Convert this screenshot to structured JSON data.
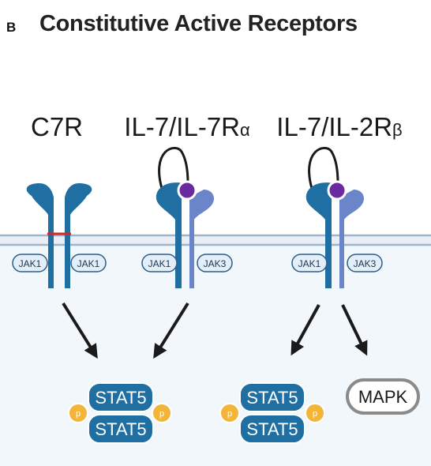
{
  "panel": {
    "letter": "B",
    "title": "Constitutive Active Receptors"
  },
  "receptors": [
    {
      "name": "C7R",
      "sub": "",
      "jak_left": "JAK1",
      "jak_right": "JAK1"
    },
    {
      "name": "IL-7/IL-7R",
      "sub": "α",
      "jak_left": "JAK1",
      "jak_right": "JAK3"
    },
    {
      "name": "IL-7/IL-2R",
      "sub": "β",
      "jak_left": "JAK1",
      "jak_right": "JAK3"
    }
  ],
  "outputs": {
    "stat": "STAT5",
    "phospho": "p",
    "mapk": "MAPK"
  },
  "colors": {
    "receptor_dark": "#1f6fa3",
    "receptor_light": "#6a86c8",
    "ligand": "#6a2aa0",
    "disulfide": "#d62a20",
    "stat_fill": "#1f6fa3",
    "phospho_fill": "#f2b53a",
    "membrane": "#9cb4cc",
    "cytoplasm": "#f2f7fb"
  }
}
